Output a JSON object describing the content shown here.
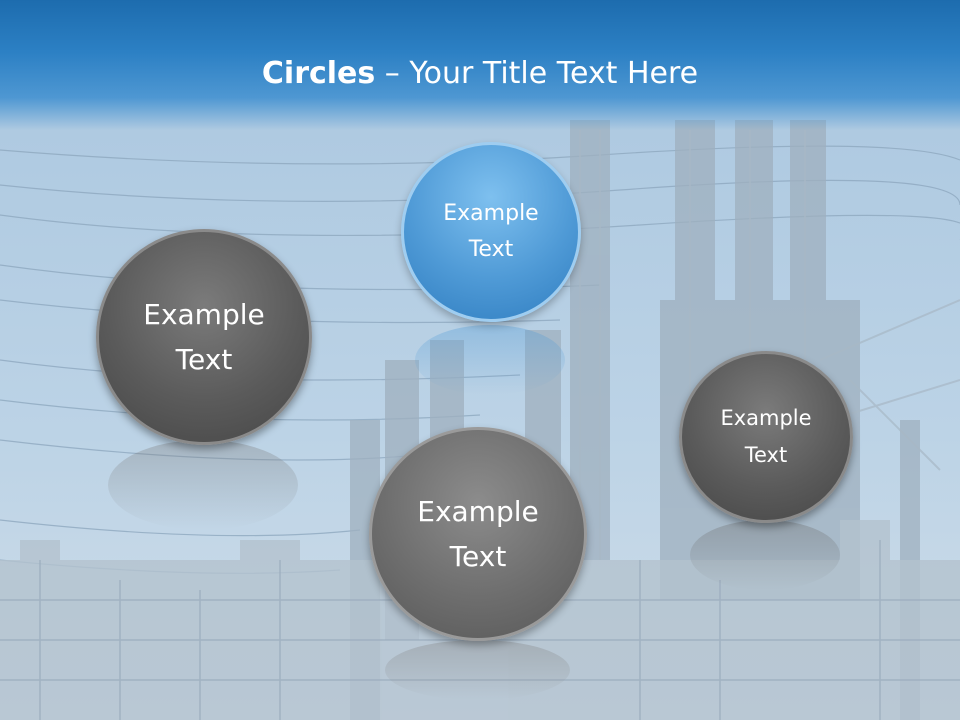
{
  "title": {
    "bold": "Circles",
    "rest": " – Your Title Text Here"
  },
  "colors": {
    "header": "#2c80c4",
    "circle_blue": "#4f9ad6",
    "circle_dark": "#5b5b5b",
    "circle_grey": "#6e6e6e"
  },
  "circles": [
    {
      "line1": "Example",
      "line2": "Text"
    },
    {
      "line1": "Example",
      "line2": "Text"
    },
    {
      "line1": "Example",
      "line2": "Text"
    },
    {
      "line1": "Example",
      "line2": "Text"
    }
  ]
}
